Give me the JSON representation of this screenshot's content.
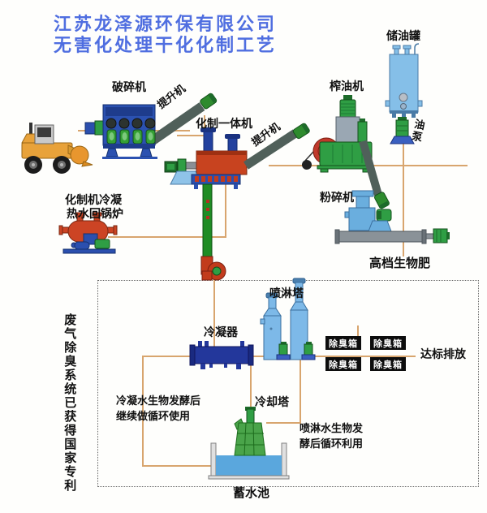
{
  "title": {
    "line1": "江苏龙泽源环保有限公司",
    "line2": "无害化处理干化化制工艺"
  },
  "colors": {
    "title_blue": "#4f6ee0",
    "pipe_line": "#d8a56e",
    "label_ink": "#111111",
    "deodorize_box_bg": "#0d0d0d",
    "deodorize_box_text": "#ffffff"
  },
  "labels": {
    "crusher": "破碎机",
    "elevator_1": "提升机",
    "integrated_rendering_machine": "化制一体机",
    "elevator_2": "提升机",
    "oil_press": "榨油机",
    "oil_storage_tank": "储油罐",
    "oil_pump": "油泵",
    "pulverizer": "粉碎机",
    "bio_fertilizer": "高档生物肥",
    "boiler_line1": "化制机冷凝",
    "boiler_line2": "热水回锅炉",
    "spray_tower": "喷淋塔",
    "condenser": "冷凝器",
    "deodorize_boxes": [
      "除臭箱",
      "除臭箱",
      "除臭箱",
      "除臭箱"
    ],
    "discharge": "达标排放",
    "cooling_tower": "冷却塔",
    "water_pool": "蓄水池",
    "patent_vertical": "废气除臭系统已获得国家专利",
    "condensate_note_line1": "冷凝水生物发酵后",
    "condensate_note_line2": "继续做循环使用",
    "spray_note_line1": "喷淋水生物发",
    "spray_note_line2": "酵后循环利用"
  }
}
